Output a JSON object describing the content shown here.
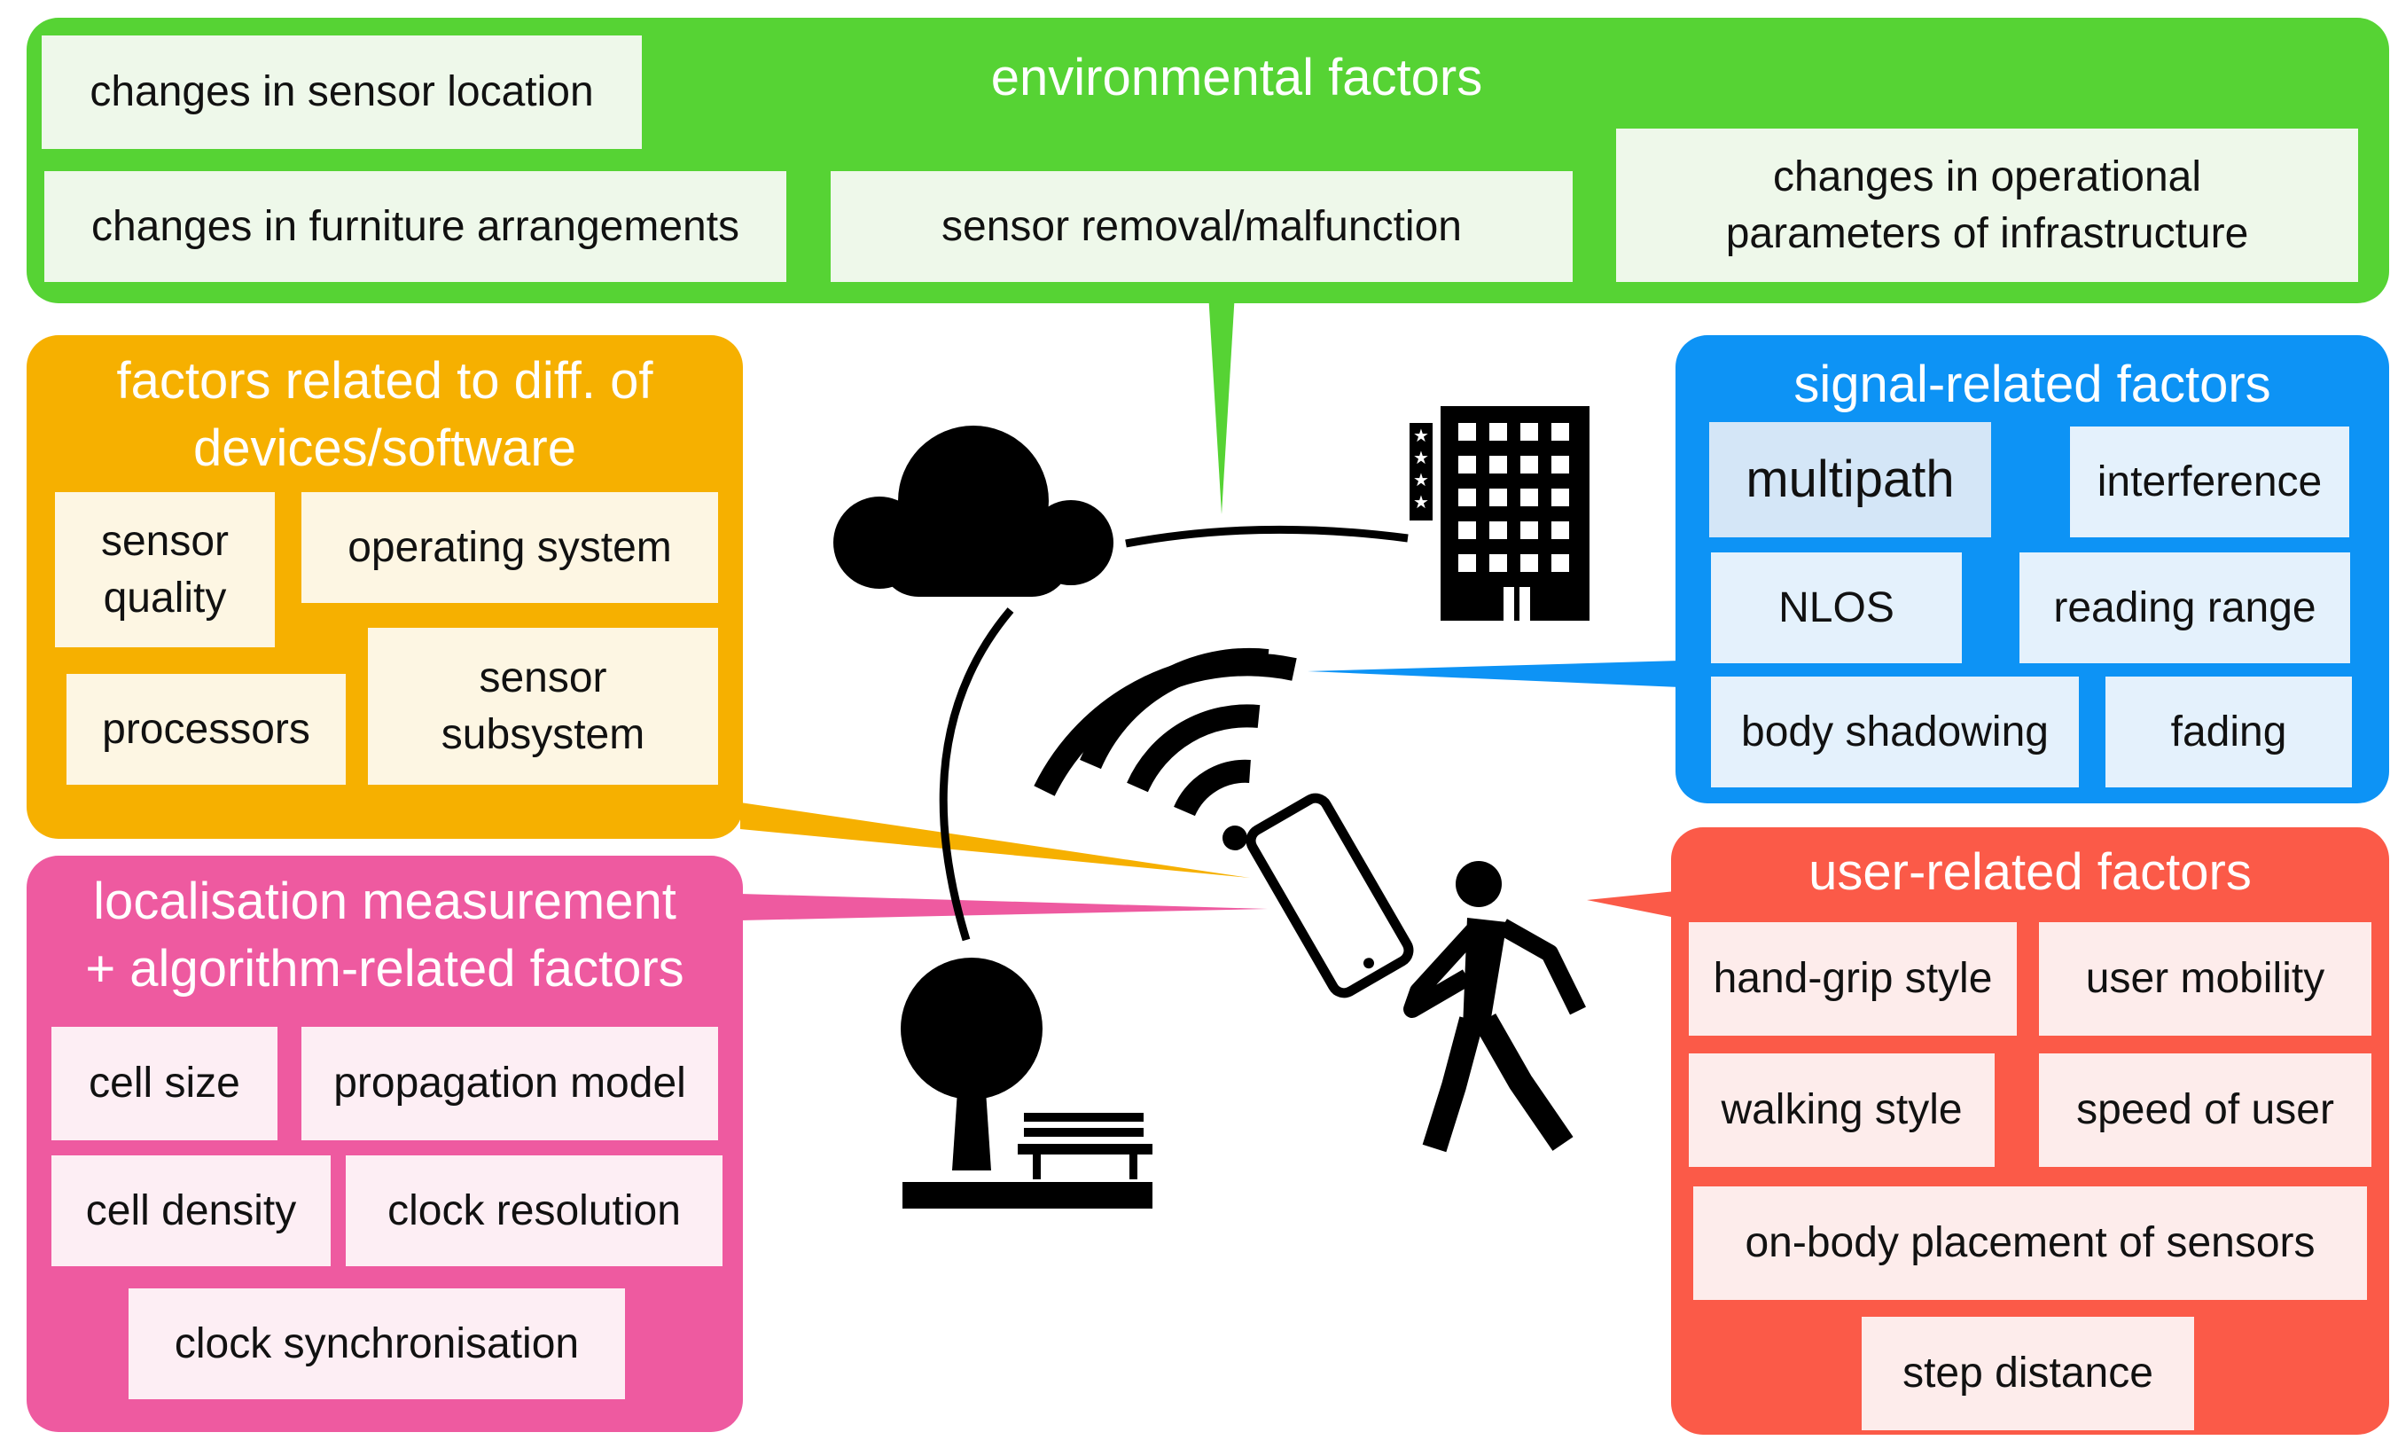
{
  "panels": {
    "environmental": {
      "title": "environmental factors",
      "color": "#56d334",
      "items": [
        "changes in sensor location",
        "changes in furniture arrangements",
        "sensor removal/malfunction",
        "changes in operational\nparameters of infrastructure"
      ]
    },
    "devices": {
      "title": "factors related to diff. of\ndevices/software",
      "color": "#f6b000",
      "items": [
        "sensor\nquality",
        "operating system",
        "processors",
        "sensor\nsubsystem"
      ]
    },
    "signal": {
      "title": "signal-related factors",
      "color": "#0d93f5",
      "items": [
        "multipath",
        "interference",
        "NLOS",
        "reading range",
        "body shadowing",
        "fading"
      ]
    },
    "localisation": {
      "title": "localisation measurement\n+ algorithm-related factors",
      "color": "#ee5aa0",
      "items": [
        "cell size",
        "propagation model",
        "cell density",
        "clock resolution",
        "clock synchronisation"
      ]
    },
    "user": {
      "title": "user-related factors",
      "color": "#fb5a48",
      "items": [
        "hand-grip style",
        "user mobility",
        "walking style",
        "speed of user",
        "on-body placement of sensors",
        "step distance"
      ]
    }
  },
  "icons": [
    "cloud-icon",
    "hotel-building-icon",
    "wifi-signal-icon",
    "smartphone-icon",
    "walking-person-icon",
    "park-tree-bench-icon"
  ]
}
